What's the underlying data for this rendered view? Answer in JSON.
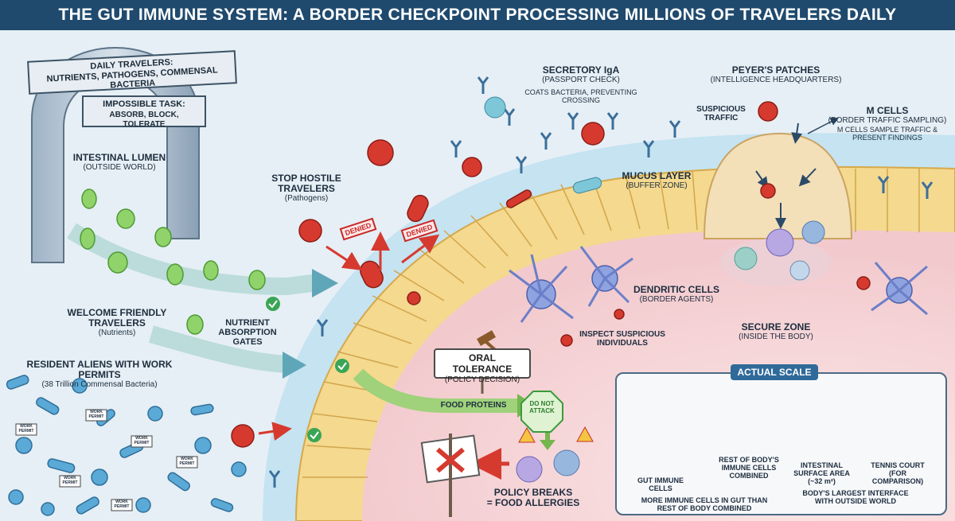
{
  "title": "THE GUT IMMUNE SYSTEM: A BORDER CHECKPOINT PROCESSING MILLIONS OF TRAVELERS DAILY",
  "banners": {
    "daily_travelers_title": "DAILY TRAVELERS:",
    "daily_travelers_list": "NUTRIENTS, PATHOGENS, COMMENSAL BACTERIA",
    "impossible_task_title": "IMPOSSIBLE TASK:",
    "impossible_task_list": "ABSORB, BLOCK, TOLERATE"
  },
  "labels": {
    "lumen": "INTESTINAL LUMEN",
    "lumen_sub": "(OUTSIDE WORLD)",
    "welcome": "WELCOME FRIENDLY TRAVELERS",
    "welcome_sub": "(Nutrients)",
    "nutrient_gates": "NUTRIENT ABSORPTION GATES",
    "resident": "RESIDENT ALIENS WITH WORK PERMITS",
    "resident_sub": "(38 Trillion Commensal Bacteria)",
    "stop_hostile": "STOP HOSTILE TRAVELERS",
    "stop_hostile_sub": "(Pathogens)",
    "denied": "DENIED",
    "siga": "SECRETORY IgA",
    "siga_sub": "(PASSPORT CHECK)",
    "siga_desc": "COATS BACTERIA, PREVENTING CROSSING",
    "mucus": "MUCUS LAYER",
    "mucus_sub": "(BUFFER ZONE)",
    "peyers": "PEYER'S PATCHES",
    "peyers_sub": "(INTELLIGENCE HEADQUARTERS)",
    "suspicious_traffic": "SUSPICIOUS TRAFFIC",
    "m_cells": "M CELLS",
    "m_cells_sub": "(BORDER TRAFFIC SAMPLING)",
    "m_cells_desc": "M CELLS SAMPLE TRAFFIC & PRESENT FINDINGS",
    "dendritic": "DENDRITIC CELLS",
    "dendritic_sub": "(BORDER AGENTS)",
    "inspect": "INSPECT SUSPICIOUS INDIVIDUALS",
    "secure": "SECURE ZONE",
    "secure_sub": "(INSIDE THE BODY)",
    "oral_tolerance": "ORAL TOLERANCE",
    "oral_tolerance_sub": "(POLICY DECISION)",
    "food_proteins": "FOOD PROTEINS",
    "do_not_attack": "DO NOT ATTACK",
    "policy_breaks": "POLICY BREAKS",
    "policy_breaks_sub": "= FOOD ALLERGIES",
    "work_permit": "WORK PERMIT"
  },
  "scale": {
    "title": "ACTUAL SCALE",
    "gut_cells": "GUT IMMUNE CELLS",
    "rest_cells": "REST OF BODY'S IMMUNE CELLS COMBINED",
    "more_cells": "MORE IMMUNE CELLS IN GUT THAN REST OF BODY COMBINED",
    "intestinal_area": "INTESTINAL SURFACE AREA (~32 m²)",
    "tennis": "TENNIS COURT (FOR COMPARISON)",
    "largest_interface": "BODY'S LARGEST INTERFACE WITH OUTSIDE WORLD"
  },
  "colors": {
    "title_bg": "#1f4a6e",
    "lumen_bg": "#e4eef4",
    "mucus": "#bfe0f0",
    "epithelium": "#f6dfa2",
    "tissue": "#f7d6d8",
    "pathogen": "#d63a2f",
    "friendly": "#8fd36a",
    "commensal": "#5aa9d6",
    "dendritic": "#7b8fd4",
    "denied": "#c62828"
  }
}
